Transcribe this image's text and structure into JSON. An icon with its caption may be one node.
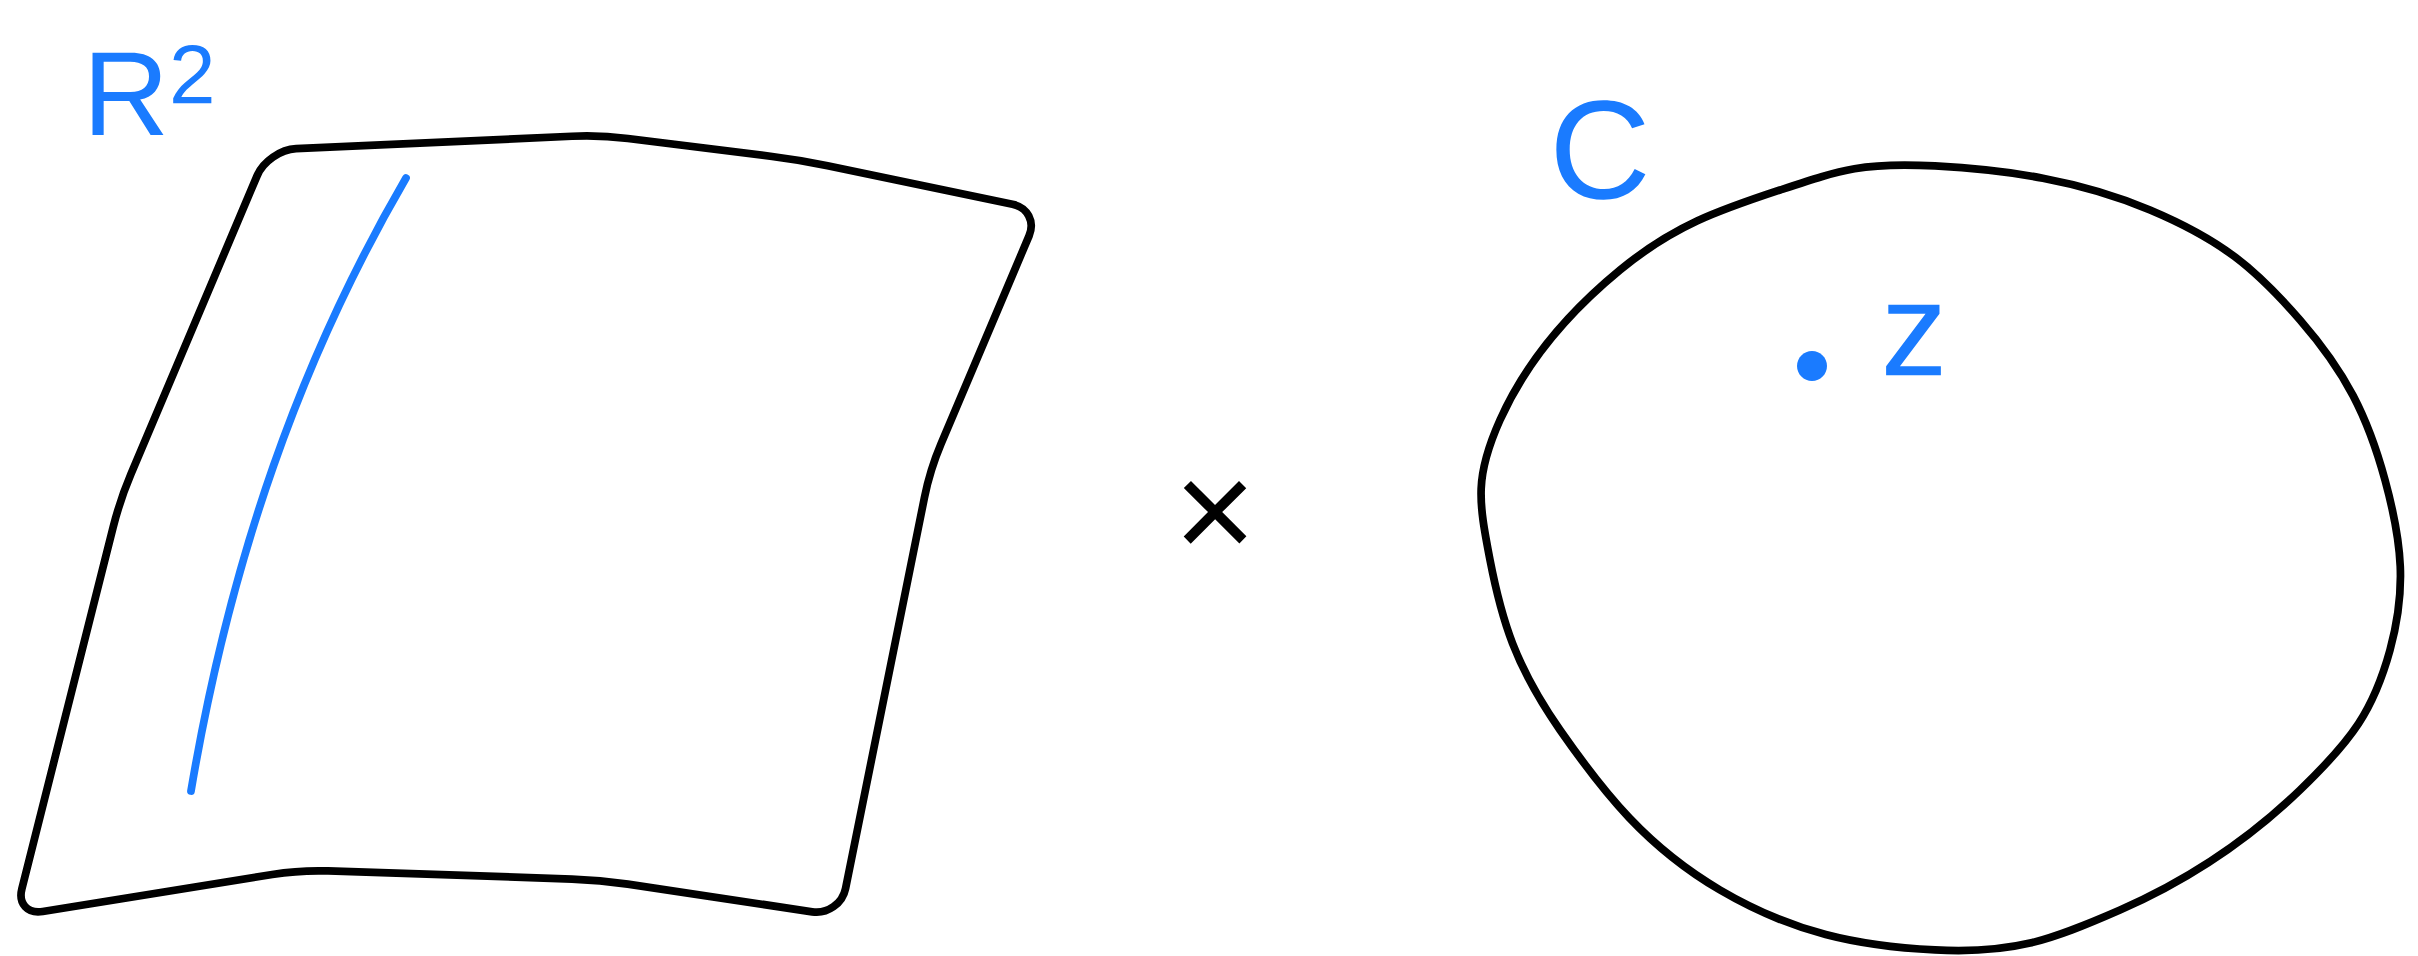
{
  "diagram": {
    "nodes": [
      {
        "text": [
          "R$^{2}$"
        ]
      },
      {
        "text": [
          "C"
        ]
      },
      {
        "text": [
          "z"
        ],
        "in": 1
      }
    ],
    "labels": [
      "×"
    ]
  }
}
